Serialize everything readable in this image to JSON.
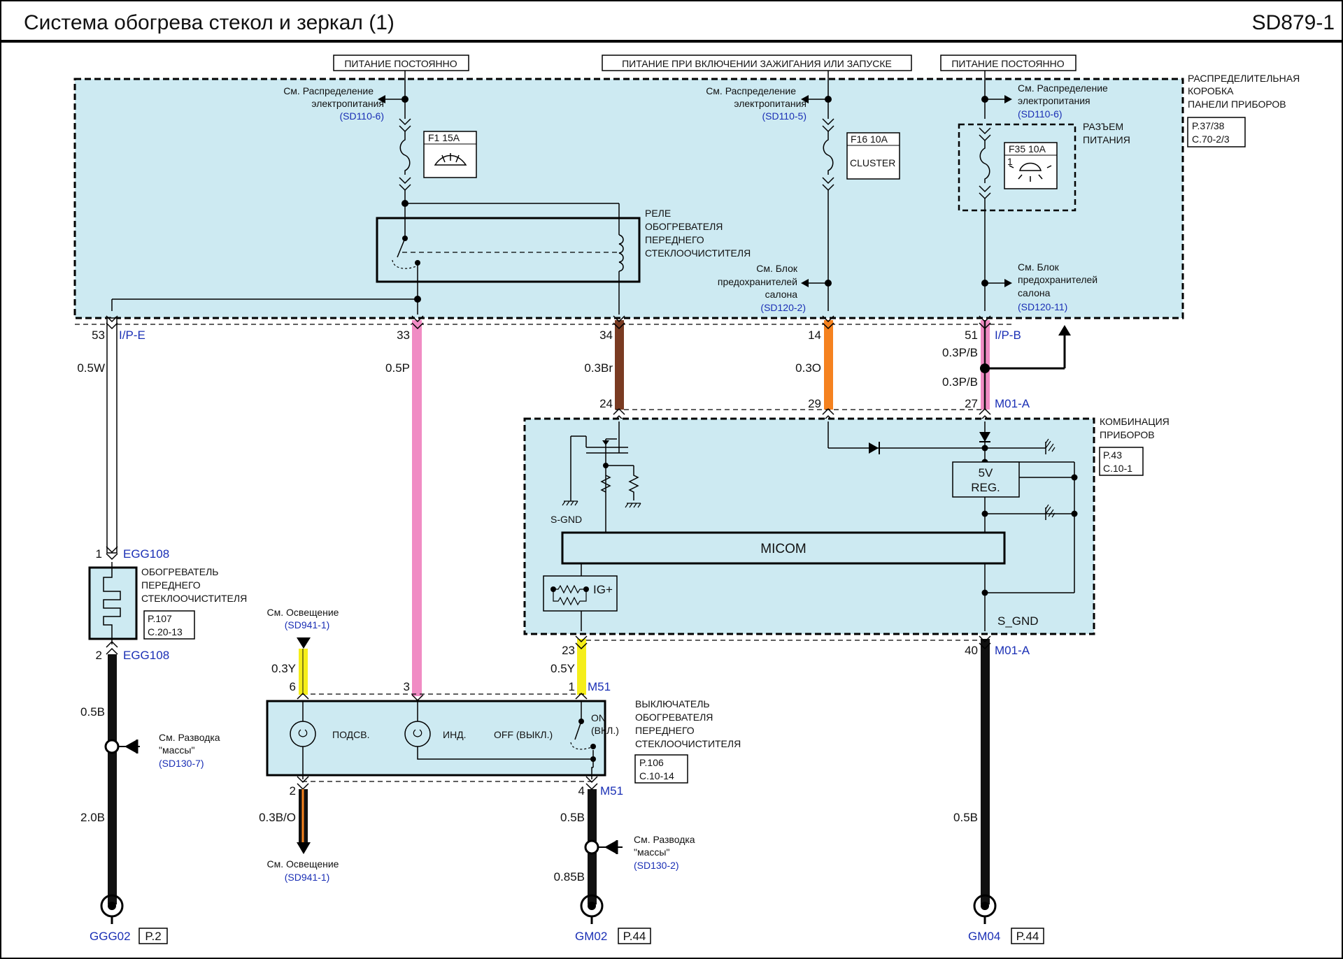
{
  "title": "Система обогрева стекол и зеркал (1)",
  "code": "SD879-1",
  "power_labels": [
    "ПИТАНИЕ ПОСТОЯННО",
    "ПИТАНИЕ ПРИ ВКЛЮЧЕНИИ ЗАЖИГАНИЯ ИЛИ ЗАПУСКЕ",
    "ПИТАНИЕ ПОСТОЯННО"
  ],
  "junction_box": {
    "label": [
      "РАСПРЕДЕЛИТЕЛЬНАЯ",
      "КОРОБКА",
      "ПАНЕЛИ ПРИБОРОВ"
    ],
    "ref": [
      "P.37/38",
      "C.70-2/3"
    ],
    "see_power_dist": [
      "См. Распределение",
      "электропитания"
    ],
    "ref_sd110_6": "(SD110-6)",
    "ref_sd110_5": "(SD110-5)",
    "see_fuse_block": [
      "См. Блок",
      "предохранителей",
      "салона"
    ],
    "ref_sd120_2": "(SD120-2)",
    "ref_sd120_11": "(SD120-11)",
    "power_connector": [
      "РАЗЪЕМ",
      "ПИТАНИЯ"
    ],
    "fuse_f1": "F1 15A",
    "fuse_f16": "F16 10A",
    "fuse_f16_name": "CLUSTER",
    "fuse_f35": "F35 10A",
    "fuse_f35_pin": "1",
    "relay_label": [
      "РЕЛЕ",
      "ОБОГРЕВАТЕЛЯ",
      "ПЕРЕДНЕГО",
      "СТЕКЛООЧИСТИТЕЛЯ"
    ]
  },
  "connectors": {
    "ipe_pin": "53",
    "ipe_name": "I/P-E",
    "pin33": "33",
    "pin34": "34",
    "pin14": "14",
    "ipb_pin": "51",
    "ipb_name": "I/P-B",
    "m01a_pin24": "24",
    "m01a_pin29": "29",
    "m01a_pin27": "27",
    "m01a_name": "M01-A",
    "m01a_pin23": "23",
    "m01a_pin40": "40",
    "egg_pin1": "1",
    "egg_pin2": "2",
    "egg_name": "EGG108",
    "m51_pin6": "6",
    "m51_pin3": "3",
    "m51_pin1": "1",
    "m51_pin2": "2",
    "m51_pin4": "4",
    "m51_name": "M51"
  },
  "wires": {
    "w_05W": "0.5W",
    "w_05P": "0.5P",
    "w_03Br": "0.3Br",
    "w_03O": "0.3O",
    "w_03PB": "0.3P/B",
    "w_05B": "0.5B",
    "w_20B": "2.0B",
    "w_03Y": "0.3Y",
    "w_05Y": "0.5Y",
    "w_03BO": "0.3B/O",
    "w_085B": "0.85B"
  },
  "wire_colors": {
    "white": "#ffffff",
    "pink": "#f08cc4",
    "brown": "#7a3b22",
    "orange": "#f5821f",
    "yellow": "#f5ee1a",
    "black": "#111111",
    "box_fill": "#cdeaf2",
    "ref_blue": "#1a2fb5"
  },
  "cluster": {
    "label": [
      "КОМБИНАЦИЯ",
      "ПРИБОРОВ"
    ],
    "ref": [
      "P.43",
      "C.10-1"
    ],
    "sgnd": "S-GND",
    "reg": [
      "5V",
      "REG."
    ],
    "micom": "MICOM",
    "ig": "IG+",
    "s_gnd2": "S_GND"
  },
  "heater": {
    "label": [
      "ОБОГРЕВАТЕЛЬ",
      "ПЕРЕДНЕГО",
      "СТЕКЛООЧИСТИТЕЛЯ"
    ],
    "ref": [
      "P.107",
      "C.20-13"
    ]
  },
  "switch": {
    "label": [
      "ВЫКЛЮЧАТЕЛЬ",
      "ОБОГРЕВАТЕЛЯ",
      "ПЕРЕДНЕГО",
      "СТЕКЛООЧИСТИТЕЛЯ"
    ],
    "ref": [
      "P.106",
      "C.10-14"
    ],
    "illum": "ПОДСВ.",
    "ind": "ИНД.",
    "off": "OFF (ВЫКЛ.)",
    "on": [
      "ON",
      "(ВКЛ.)"
    ]
  },
  "lighting": {
    "see": "См. Освещение",
    "ref": "(SD941-1)"
  },
  "ground_wiring": {
    "see": [
      "См. Разводка",
      "\"массы\""
    ],
    "ref_sd130_7": "(SD130-7)",
    "ref_sd130_2": "(SD130-2)"
  },
  "grounds": {
    "ggg02": "GGG02",
    "ggg02_page": "P.2",
    "gm02": "GM02",
    "gm02_page": "P.44",
    "gm04": "GM04",
    "gm04_page": "P.44"
  }
}
